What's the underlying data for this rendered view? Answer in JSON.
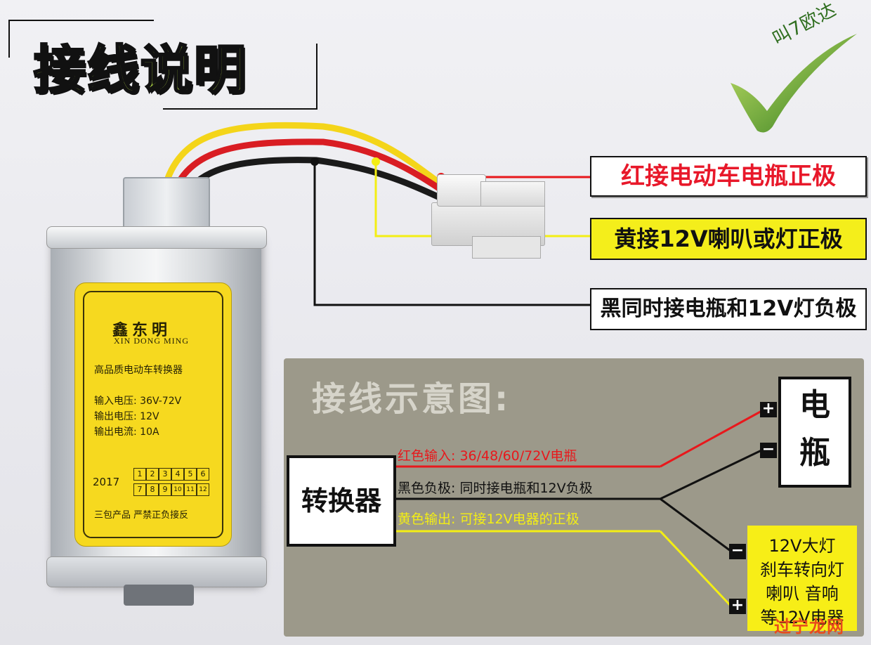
{
  "headline": "接线说明",
  "logo": {
    "text": "叫7欧达",
    "icon": "checkmark-v-logo"
  },
  "product": {
    "brand_cn": "鑫东明",
    "brand_en": "XIN DONG MING",
    "product_name": "高品质电动车转换器",
    "specs": [
      "输入电压: 36V-72V",
      "输出电压: 12V",
      "输出电流: 10A"
    ],
    "year": "2017",
    "date_cells_top": [
      "1",
      "2",
      "3",
      "4",
      "5",
      "6"
    ],
    "date_cells_bottom": [
      "7",
      "8",
      "9",
      "10",
      "11",
      "12"
    ],
    "warning": "三包产品  严禁正负接反"
  },
  "callouts": {
    "red": "红接电动车电瓶正极",
    "yellow": "黄接12V喇叭或灯正极",
    "black": "黑同时接电瓶和12V灯负极"
  },
  "diagram": {
    "title": "接线示意图:",
    "converter": "转换器",
    "battery_line1": "电",
    "battery_line2": "瓶",
    "wire_red": "红色输入: 36/48/60/72V电瓶",
    "wire_black": "黑色负极: 同时接电瓶和12V负极",
    "wire_yellow": "黄色输出: 可接12V电器的正极",
    "load_lines": [
      "12V大灯",
      "刹车转向灯",
      "喇叭 音响",
      "等12V电器"
    ],
    "plus": "+",
    "minus": "−"
  },
  "watermark": "过宁龙网",
  "colors": {
    "red": "#e8181c",
    "yellow": "#f4ee1b",
    "black": "#111111",
    "label": "#f6d91f",
    "panel": "#9c998a",
    "headline": "#c6f24a"
  }
}
